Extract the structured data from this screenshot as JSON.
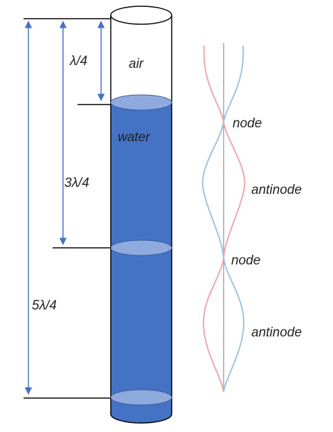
{
  "labels": {
    "air": "air",
    "water": "water",
    "quarter_wavelength": "λ/4",
    "three_quarter_wavelength": "3λ/4",
    "five_quarter_wavelength": "5λ/4",
    "node_upper": "node",
    "node_lower": "node",
    "antinode_upper": "antinode",
    "antinode_lower": "antinode"
  },
  "colors": {
    "water": "#4472c4",
    "water_surface": "#8faadc",
    "dimension_arrow": "#4472c4",
    "wave_red": "#f4a6a6",
    "wave_blue": "#9dc3e6",
    "axis": "#a6a6a6",
    "outline": "#000000"
  }
}
